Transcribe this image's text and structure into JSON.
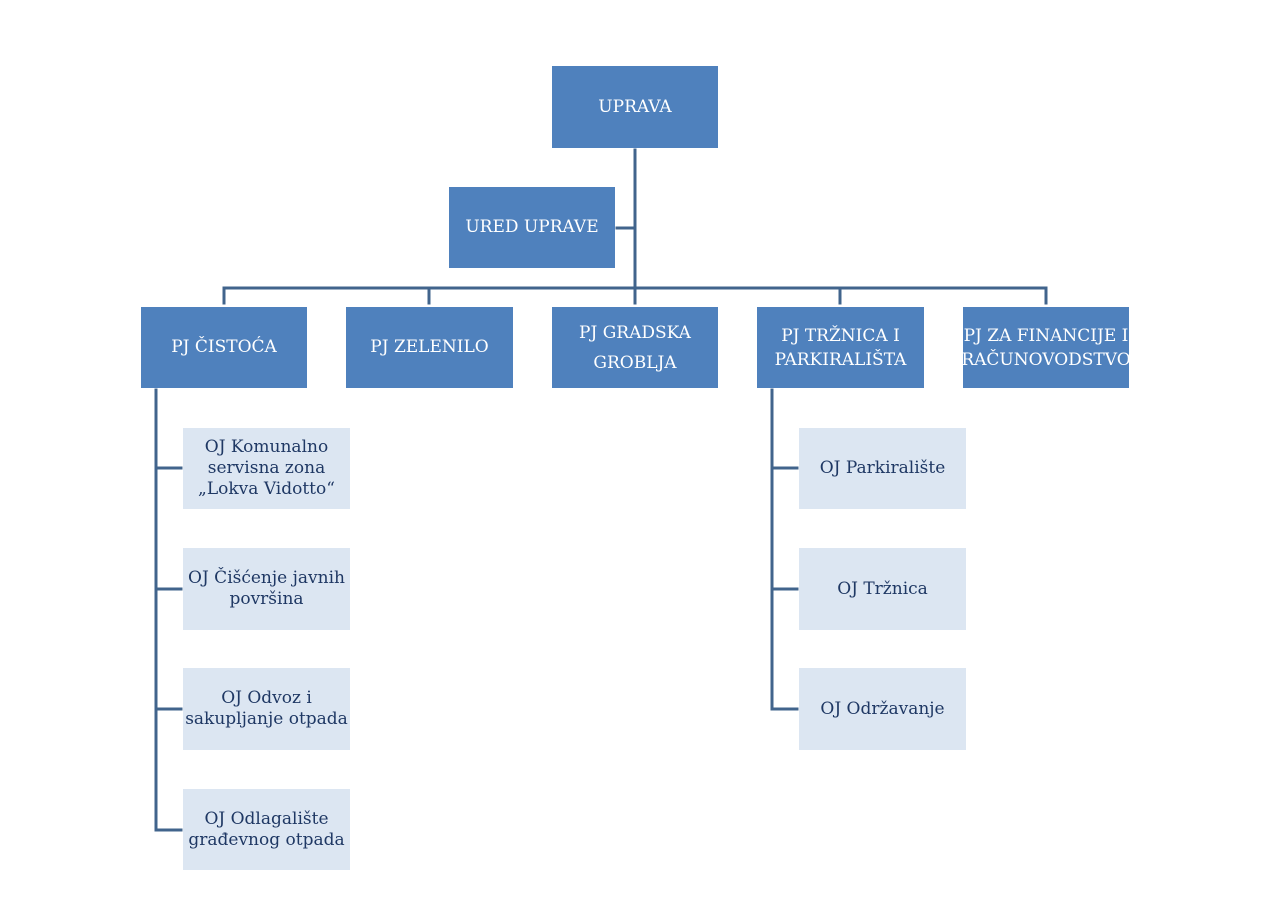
{
  "colors": {
    "primary_fill": "#4f81bd",
    "primary_text": "#ffffff",
    "secondary_fill": "#dce6f2",
    "secondary_text": "#1f3864",
    "connector": "#41648c"
  },
  "org": {
    "root": "UPRAVA",
    "office": "URED UPRAVE",
    "units": {
      "cistoca": "PJ ČISTOĆA",
      "zelenilo": "PJ ZELENILO",
      "groblja": "PJ GRADSKA\nGROBLJA",
      "trznica": "PJ TRŽNICA I\nPARKIRALIŠTA",
      "financije": "PJ ZA FINANCIJE I\nRAČUNOVODSTVO"
    },
    "cistoca_subunits": [
      "OJ Komunalno\nservisna zona\n„Lokva Vidotto“",
      "OJ Čišćenje javnih\npovršina",
      "OJ Odvoz i\nsakupljanje otpada",
      "OJ Odlagalište\ngrađevnog otpada"
    ],
    "trznica_subunits": [
      "OJ Parkiralište",
      "OJ Tržnica",
      "OJ Održavanje"
    ]
  }
}
